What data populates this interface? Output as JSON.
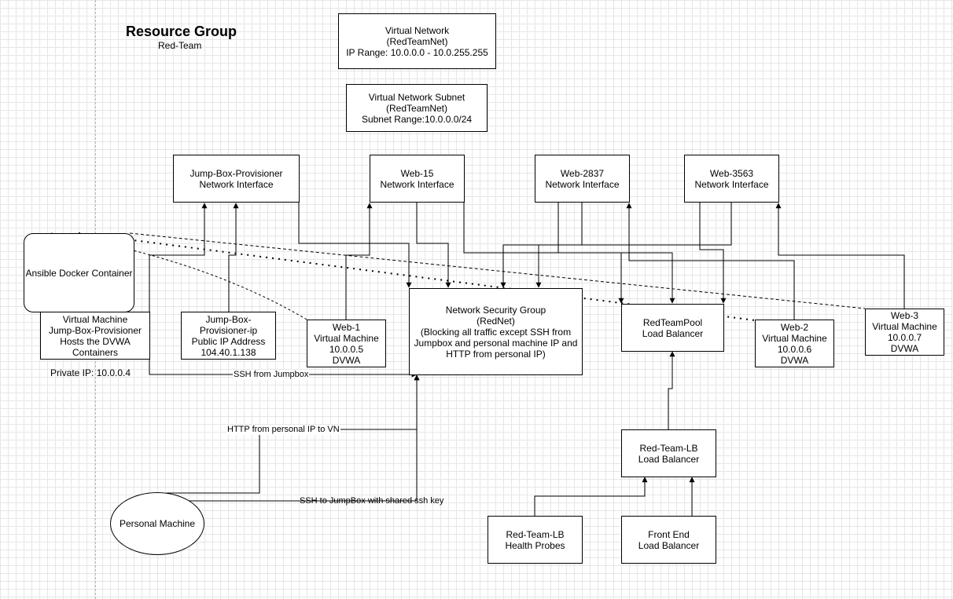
{
  "header": {
    "title": "Resource Group",
    "subtitle": "Red-Team"
  },
  "nodes": {
    "vnet": [
      "Virtual Network",
      "(RedTeamNet)",
      "IP Range: 10.0.0.0 - 10.0.255.255"
    ],
    "subnet": [
      "Virtual Network Subnet",
      "(RedTeamNet)",
      "Subnet Range:10.0.0.0/24"
    ],
    "jb_nic": [
      "Jump-Box-Provisioner",
      "Network Interface"
    ],
    "web15_nic": [
      "Web-15",
      "Network Interface"
    ],
    "web2837_nic": [
      "Web-2837",
      "Network Interface"
    ],
    "web3563_nic": [
      "Web-3563",
      "Network Interface"
    ],
    "ansible": [
      "Ansible Docker Container"
    ],
    "jb_vm": [
      "Virtual Machine",
      "Jump-Box-Provisioner",
      "Hosts the DVWA",
      "Containers"
    ],
    "jb_ip": [
      "Jump-Box-",
      "Provisioner-ip",
      "Public IP Address",
      "104.40.1.138"
    ],
    "web1": [
      "Web-1",
      "Virtual Machine",
      "10.0.0.5",
      "DVWA"
    ],
    "nsg": [
      "Network Security Group",
      "(RedNet)",
      "(Blocking all traffic except SSH from",
      "Jumpbox and personal machine IP and",
      "HTTP from personal IP)"
    ],
    "pool": [
      "RedTeamPool",
      "Load Balancer"
    ],
    "web2": [
      "Web-2",
      "Virtual Machine",
      "10.0.0.6",
      "DVWA"
    ],
    "web3": [
      "Web-3",
      "Virtual Machine",
      "10.0.0.7",
      "DVWA"
    ],
    "lb": [
      "Red-Team-LB",
      "Load Balancer"
    ],
    "probes": [
      "Red-Team-LB",
      "Health Probes"
    ],
    "frontend": [
      "Front End",
      "Load Balancer"
    ],
    "personal": [
      "Personal Machine"
    ]
  },
  "labels": {
    "private_ip": "Private IP: 10.0.0.4",
    "ssh_from_jumpbox": "SSH from Jumpbox",
    "http_personal": "HTTP from personal IP to VN",
    "ssh_to_jumpbox": "SSH to JumpBox with shared ssh key"
  }
}
